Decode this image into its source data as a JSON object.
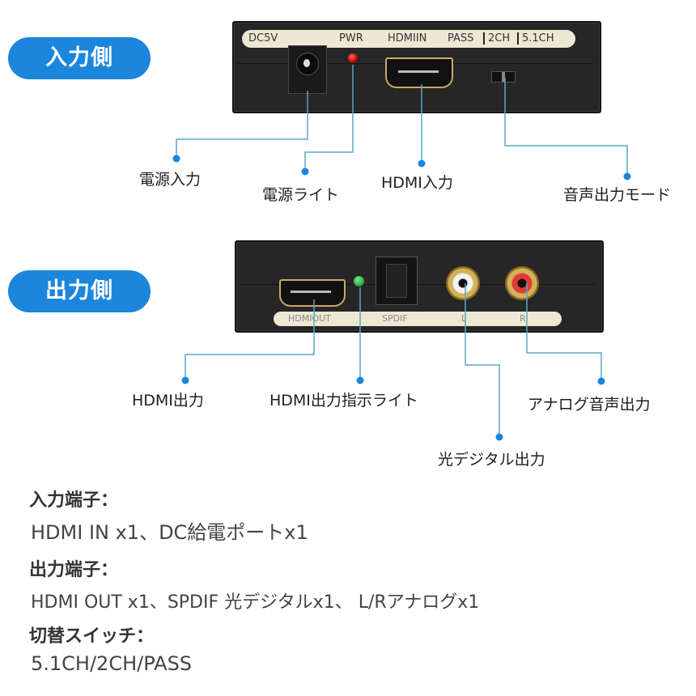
{
  "input_side": {
    "badge": "入力側",
    "panel_labels": [
      "DC5V",
      "PWR",
      "HDMIIN",
      "PASS",
      "2CH",
      "5.1CH"
    ],
    "callouts": {
      "dc": "電源入力",
      "pwr": "電源ライト",
      "hdmi_in": "HDMI入力",
      "mode": "音声出力モード"
    }
  },
  "output_side": {
    "badge": "出力側",
    "panel_labels": [
      "HDMIOUT",
      "SPDIF",
      "L",
      "R"
    ],
    "callouts": {
      "hdmi_out": "HDMI出力",
      "hdmi_led": "HDMI出力指示ライト",
      "analog": "アナログ音声出力",
      "optical": "光デジタル出力"
    }
  },
  "specs": [
    {
      "title": "入力端子：",
      "text": "HDMI IN x1、DC給電ポートx1"
    },
    {
      "title": "出力端子：",
      "text": "HDMI OUT x1、SPDIF 光デジタルx1、 L/Rアナログx1"
    },
    {
      "title": "切替スイッチ：",
      "text": "5.1CH/2CH/PASS"
    }
  ],
  "colors": {
    "accent": "#1b86dc",
    "leader_line": "#5aa6c8",
    "pwr_led": "#d11a1a",
    "hdmi_led": "#2db34a"
  }
}
